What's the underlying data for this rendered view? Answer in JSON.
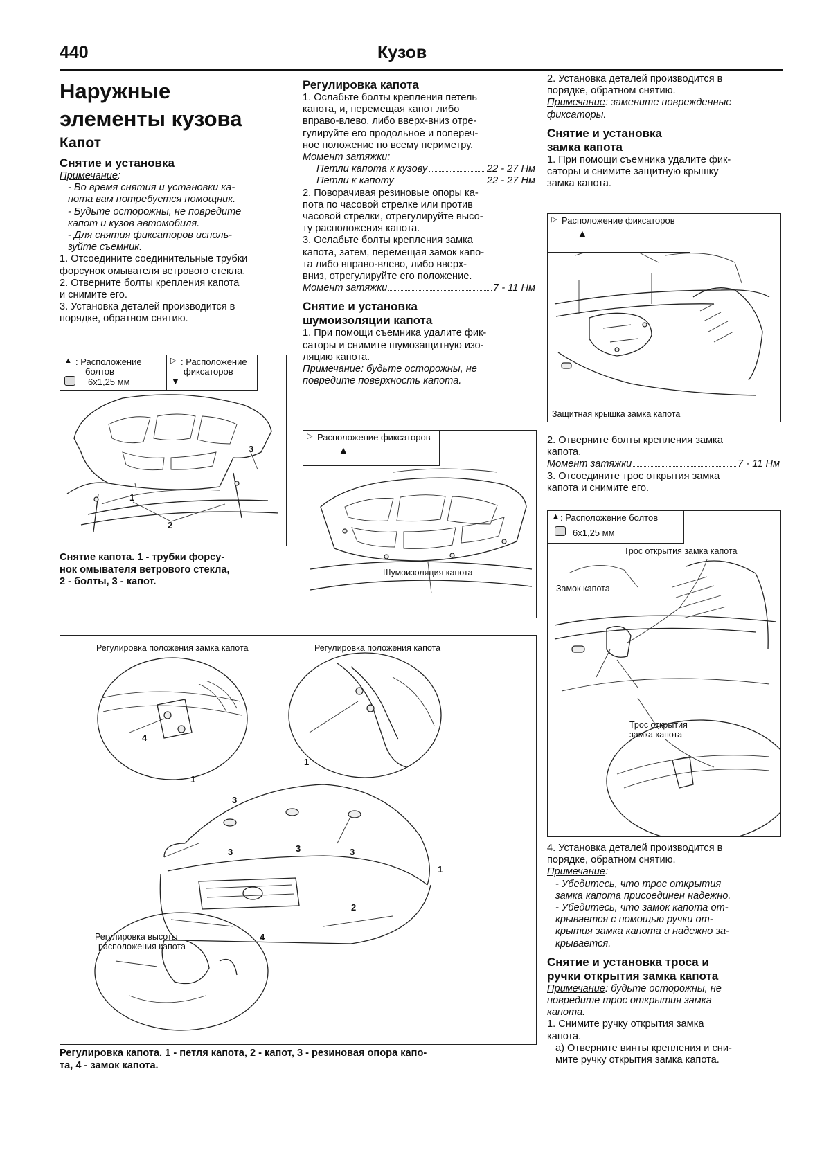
{
  "header": {
    "page_number": "440",
    "running_title": "Кузов"
  },
  "col1": {
    "main_title_l1": "Наружные",
    "main_title_l2": "элементы кузова",
    "section_title": "Капот",
    "sub_title": "Снятие и установка",
    "note_label": "Примечание",
    "note_lines": [
      "- Во время снятия и установки ка-",
      "пота вам потребуется помощник.",
      "- Будьте осторожны, не повредите",
      "капот и кузов автомобиля.",
      "- Для снятия фиксаторов исполь-",
      "зуйте съемник."
    ],
    "steps": [
      "1. Отсоедините соединительные трубки",
      "форсунок омывателя ветрового стекла.",
      "2. Отверните болты крепления капота",
      "и снимите его.",
      "3. Установка деталей производится в",
      "порядке, обратном снятию."
    ],
    "fig1": {
      "legend_bolts_l1": ": Расположение",
      "legend_bolts_l2": "болтов",
      "legend_bolt_size": "6x1,25 мм",
      "legend_clips_l1": ": Расположение",
      "legend_clips_l2": "фиксаторов",
      "callout_1": "1",
      "callout_2": "2",
      "callout_3": "3"
    },
    "fig1_caption": [
      "Снятие капота. 1 - трубки форсу-",
      "нок омывателя ветрового стекла,",
      "2 - болты, 3 - капот."
    ]
  },
  "col2": {
    "title_adjust": "Регулировка капота",
    "adjust_lines": [
      "1. Ослабьте болты крепления петель",
      "капота, и, перемещая капот либо",
      "вправо-влево, либо вверх-вниз отре-",
      "гулируйте его продольное и попереч-",
      "ное положение по всему периметру."
    ],
    "torque_label": "Момент затяжки:",
    "torque_row1_label": "Петли капота к кузову",
    "torque_row1_value": "22 - 27 Нм",
    "torque_row2_label": "Петли к капоту",
    "torque_row2_value": "22 - 27 Нм",
    "adjust_lines2": [
      "2. Поворачивая резиновые опоры ка-",
      "пота по часовой стрелке или против",
      "часовой стрелки, отрегулируйте высо-",
      "ту расположения капота.",
      "3. Ослабьте болты крепления замка",
      "капота, затем, перемещая замок капо-",
      "та либо вправо-влево, либо вверх-",
      "вниз, отрегулируйте его положение."
    ],
    "torque2_label": "Момент затяжки",
    "torque2_value": "7 - 11 Нм",
    "title_insul_l1": "Снятие и установка",
    "title_insul_l2": "шумоизоляции капота",
    "insul_lines": [
      "1. При помощи съемника удалите фик-",
      "саторы и снимите шумозащитную изо-",
      "ляцию капота."
    ],
    "insul_note_label": "Примечание",
    "insul_note_lines": [
      ": будьте осторожны, не",
      "повредите поверхность капота."
    ],
    "fig2": {
      "legend": "Расположение фиксаторов",
      "label": "Шумоизоляция капота"
    }
  },
  "col3": {
    "top_lines": [
      "2. Установка деталей производится в",
      "порядке, обратном снятию."
    ],
    "top_note_label": "Примечание",
    "top_note_lines": [
      ": замените поврежденные",
      "фиксаторы."
    ],
    "title_lock_l1": "Снятие и установка",
    "title_lock_l2": "замка капота",
    "lock_lines": [
      "1. При помощи съемника удалите фик-",
      "саторы и снимите защитную крышку",
      "замка капота."
    ],
    "fig3": {
      "legend": "Расположение фиксаторов",
      "label": "Защитная крышка замка капота"
    },
    "lock_lines2": [
      "2. Отверните болты крепления замка",
      "капота."
    ],
    "torque_label": "Момент затяжки",
    "torque_value": "7 - 11 Нм",
    "lock_lines3": [
      "3. Отсоедините трос открытия замка",
      "капота и снимите его."
    ],
    "fig4": {
      "legend_l1": ": Расположение болтов",
      "legend_l2": "6x1,25 мм",
      "label_cable": "Трос открытия замка капота",
      "label_lock": "Замок капота",
      "label_cable2_l1": "Трос открытия",
      "label_cable2_l2": "замка капота"
    },
    "bottom_lines": [
      "4. Установка деталей производится в",
      "порядке, обратном снятию."
    ],
    "bottom_note_label": "Примечание",
    "bottom_note_lines": [
      "- Убедитесь, что трос открытия",
      "замка капота присоединен надежно.",
      "- Убедитесь, что замок капота от-",
      "крывается с помощью ручки от-",
      "крытия замка капота и надежно за-",
      "крывается."
    ],
    "title_cable_l1": "Снятие и установка троса и",
    "title_cable_l2": "ручки открытия замка капота",
    "cable_note_label": "Примечание",
    "cable_note_lines": [
      ": будьте осторожны, не",
      "повредите трос открытия замка",
      "капота."
    ],
    "cable_lines": [
      "1. Снимите ручку открытия замка",
      "капота.",
      "а) Отверните винты крепления и сни-",
      "мите ручку открытия замка капота."
    ]
  },
  "big_fig": {
    "label_lock_pos_1": "Регулировка положения замка капота",
    "label_lock_pos_2": "Регулировка положения капота",
    "label_height_l1": "Регулировка высоты",
    "label_height_l2": "расположения капота",
    "callouts": [
      "1",
      "2",
      "3",
      "4"
    ],
    "caption": [
      "Регулировка капота. 1 - петля капота, 2 - капот, 3 - резиновая опора капо-",
      "та, 4 - замок капота."
    ]
  }
}
